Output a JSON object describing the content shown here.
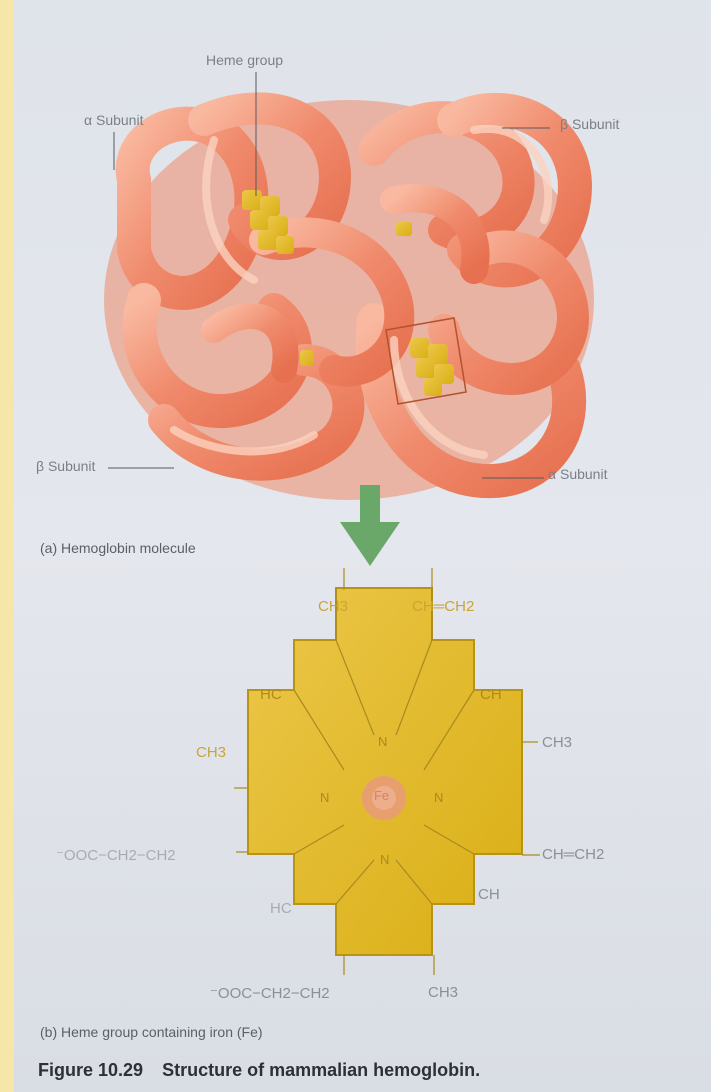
{
  "labels": {
    "heme_group": "Heme group",
    "alpha_subunit_top": "α Subunit",
    "beta_subunit_top": "β Subunit",
    "beta_subunit_bottom": "β Subunit",
    "alpha_subunit_bottom": "α Subunit"
  },
  "captions": {
    "a": "(a) Hemoglobin molecule",
    "b": "(b) Heme group containing iron (Fe)"
  },
  "figure": {
    "number": "Figure 10.29",
    "title": "Structure of mammalian hemoglobin."
  },
  "heme_labels": {
    "top_ch3": "CH3",
    "top_vinyl": "CH═CH2",
    "hc_top": "HC",
    "ch_top": "CH",
    "left_ch3": "CH3",
    "right_ch3": "CH3",
    "right_vinyl": "CH═CH2",
    "left_propionate": "⁻OOC−CH2−CH2",
    "hc_bottom": "HC",
    "ch_bottom": "CH",
    "bottom_propionate": "⁻OOC−CH2−CH2",
    "bottom_ch3": "CH3",
    "n_top": "N",
    "n_left": "N",
    "n_right": "N",
    "n_bottom": "N",
    "fe": "Fe"
  },
  "colors": {
    "protein": "#f08a6c",
    "protein_highlight": "#f9c0a8",
    "heme": "#e0b820",
    "arrow": "#6aa86a",
    "page": "#e2e5eb",
    "margin": "#f6e6a8"
  }
}
